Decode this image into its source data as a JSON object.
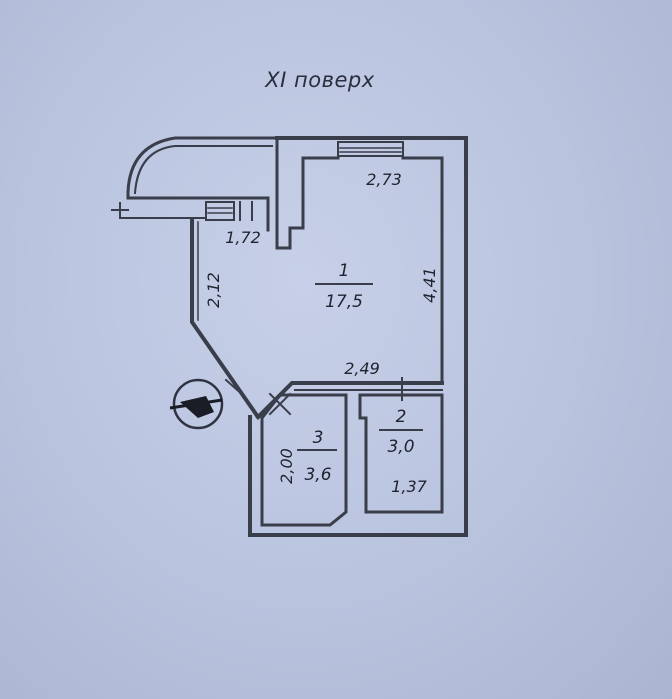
{
  "floor_title": "XI поверх",
  "rooms": [
    {
      "number": "1",
      "area": "17,5"
    },
    {
      "number": "2",
      "area": "3,0"
    },
    {
      "number": "3",
      "area": "3,6"
    }
  ],
  "dimensions": {
    "room1_top": "2,73",
    "room1_right": "4,41",
    "room1_bottom": "2,49",
    "room1_left": "2,12",
    "entry_width": "1,72",
    "room2_width": "1,37",
    "room3_height": "2,00"
  },
  "colors": {
    "wall": "#3a3d4a",
    "paper": "#bfc9e3"
  }
}
